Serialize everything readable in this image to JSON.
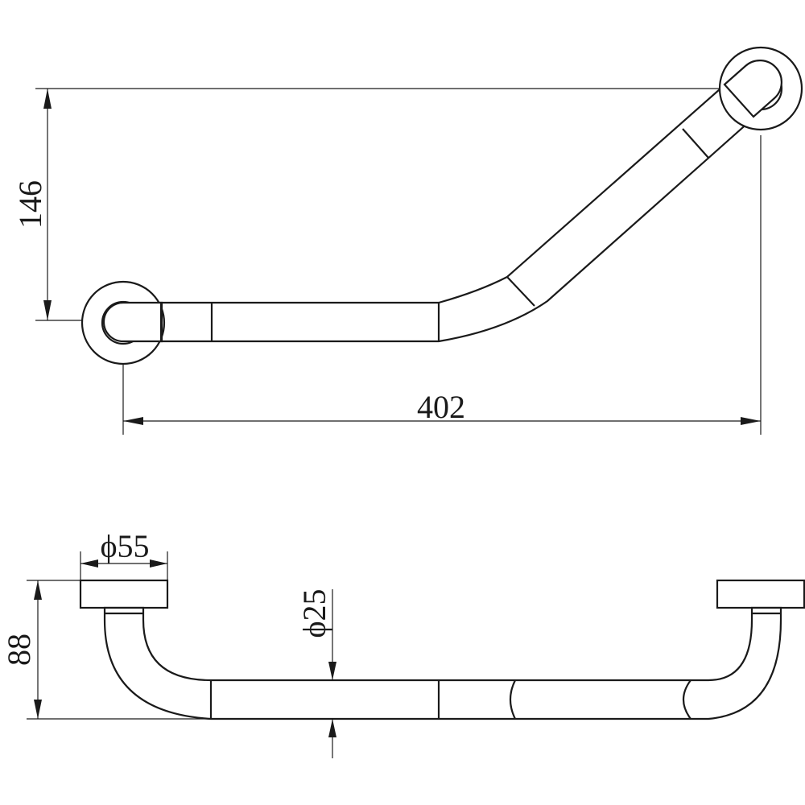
{
  "drawing": {
    "colors": {
      "line": "#1a1a1a",
      "background": "#ffffff"
    },
    "dimensions": {
      "height_top": "146",
      "length": "402",
      "flange_diameter": "ϕ55",
      "depth": "88",
      "tube_diameter": "ϕ25"
    }
  }
}
